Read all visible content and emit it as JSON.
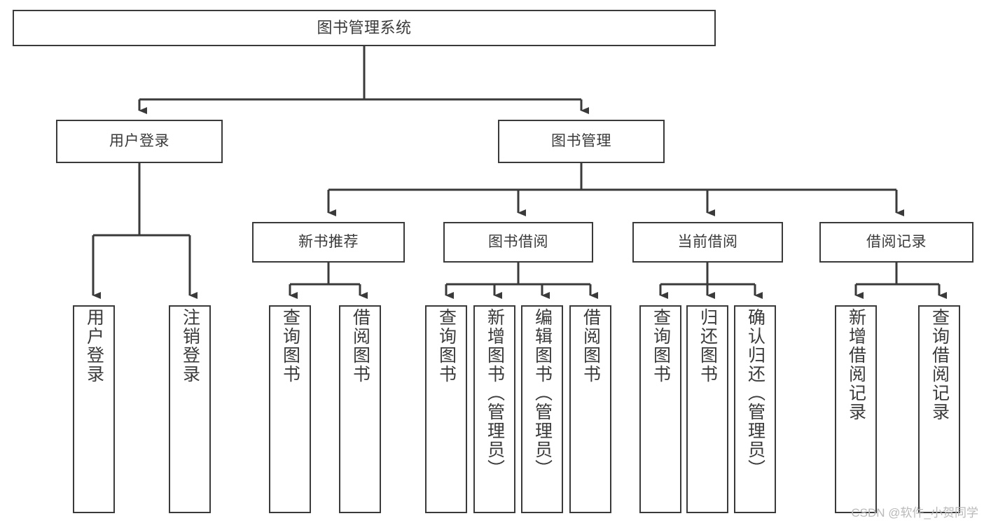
{
  "diagram": {
    "title": "图书管理系统",
    "type": "hierarchy-tree",
    "orientation": "top-down",
    "box_border_color": "#3a3a3a",
    "text_color": "#3a3a3a",
    "background_color": "#ffffff",
    "levels": 4
  },
  "nodes": {
    "root": {
      "label": "图书管理系统"
    },
    "level2": [
      {
        "id": "user-login",
        "label": "用户登录"
      },
      {
        "id": "book-management",
        "label": "图书管理"
      }
    ],
    "level3": [
      {
        "id": "new-book-recommend",
        "label": "新书推荐"
      },
      {
        "id": "book-borrow",
        "label": "图书借阅"
      },
      {
        "id": "current-borrow",
        "label": "当前借阅"
      },
      {
        "id": "borrow-record",
        "label": "借阅记录"
      }
    ],
    "leaves": {
      "user-login": [
        {
          "id": "leaf-user-login",
          "label": "用户登录"
        },
        {
          "id": "leaf-logout-login",
          "label": "注销登录"
        }
      ],
      "new-book-recommend": [
        {
          "id": "leaf-query-book-1",
          "label": "查询图书"
        },
        {
          "id": "leaf-borrow-book-1",
          "label": "借阅图书"
        }
      ],
      "book-borrow": [
        {
          "id": "leaf-query-book-2",
          "label": "查询图书"
        },
        {
          "id": "leaf-add-book",
          "label": "新增图书（管理员）"
        },
        {
          "id": "leaf-edit-book",
          "label": "编辑图书（管理员）"
        },
        {
          "id": "leaf-borrow-book-2",
          "label": "借阅图书"
        }
      ],
      "current-borrow": [
        {
          "id": "leaf-query-book-3",
          "label": "查询图书"
        },
        {
          "id": "leaf-return-book",
          "label": "归还图书"
        },
        {
          "id": "leaf-confirm-return",
          "label": "确认归还（管理员）"
        }
      ],
      "borrow-record": [
        {
          "id": "leaf-add-record",
          "label": "新增借阅记录"
        },
        {
          "id": "leaf-query-record",
          "label": "查询借阅记录"
        }
      ]
    }
  },
  "watermark": {
    "text": "CSDN @软件_小贺同学"
  }
}
